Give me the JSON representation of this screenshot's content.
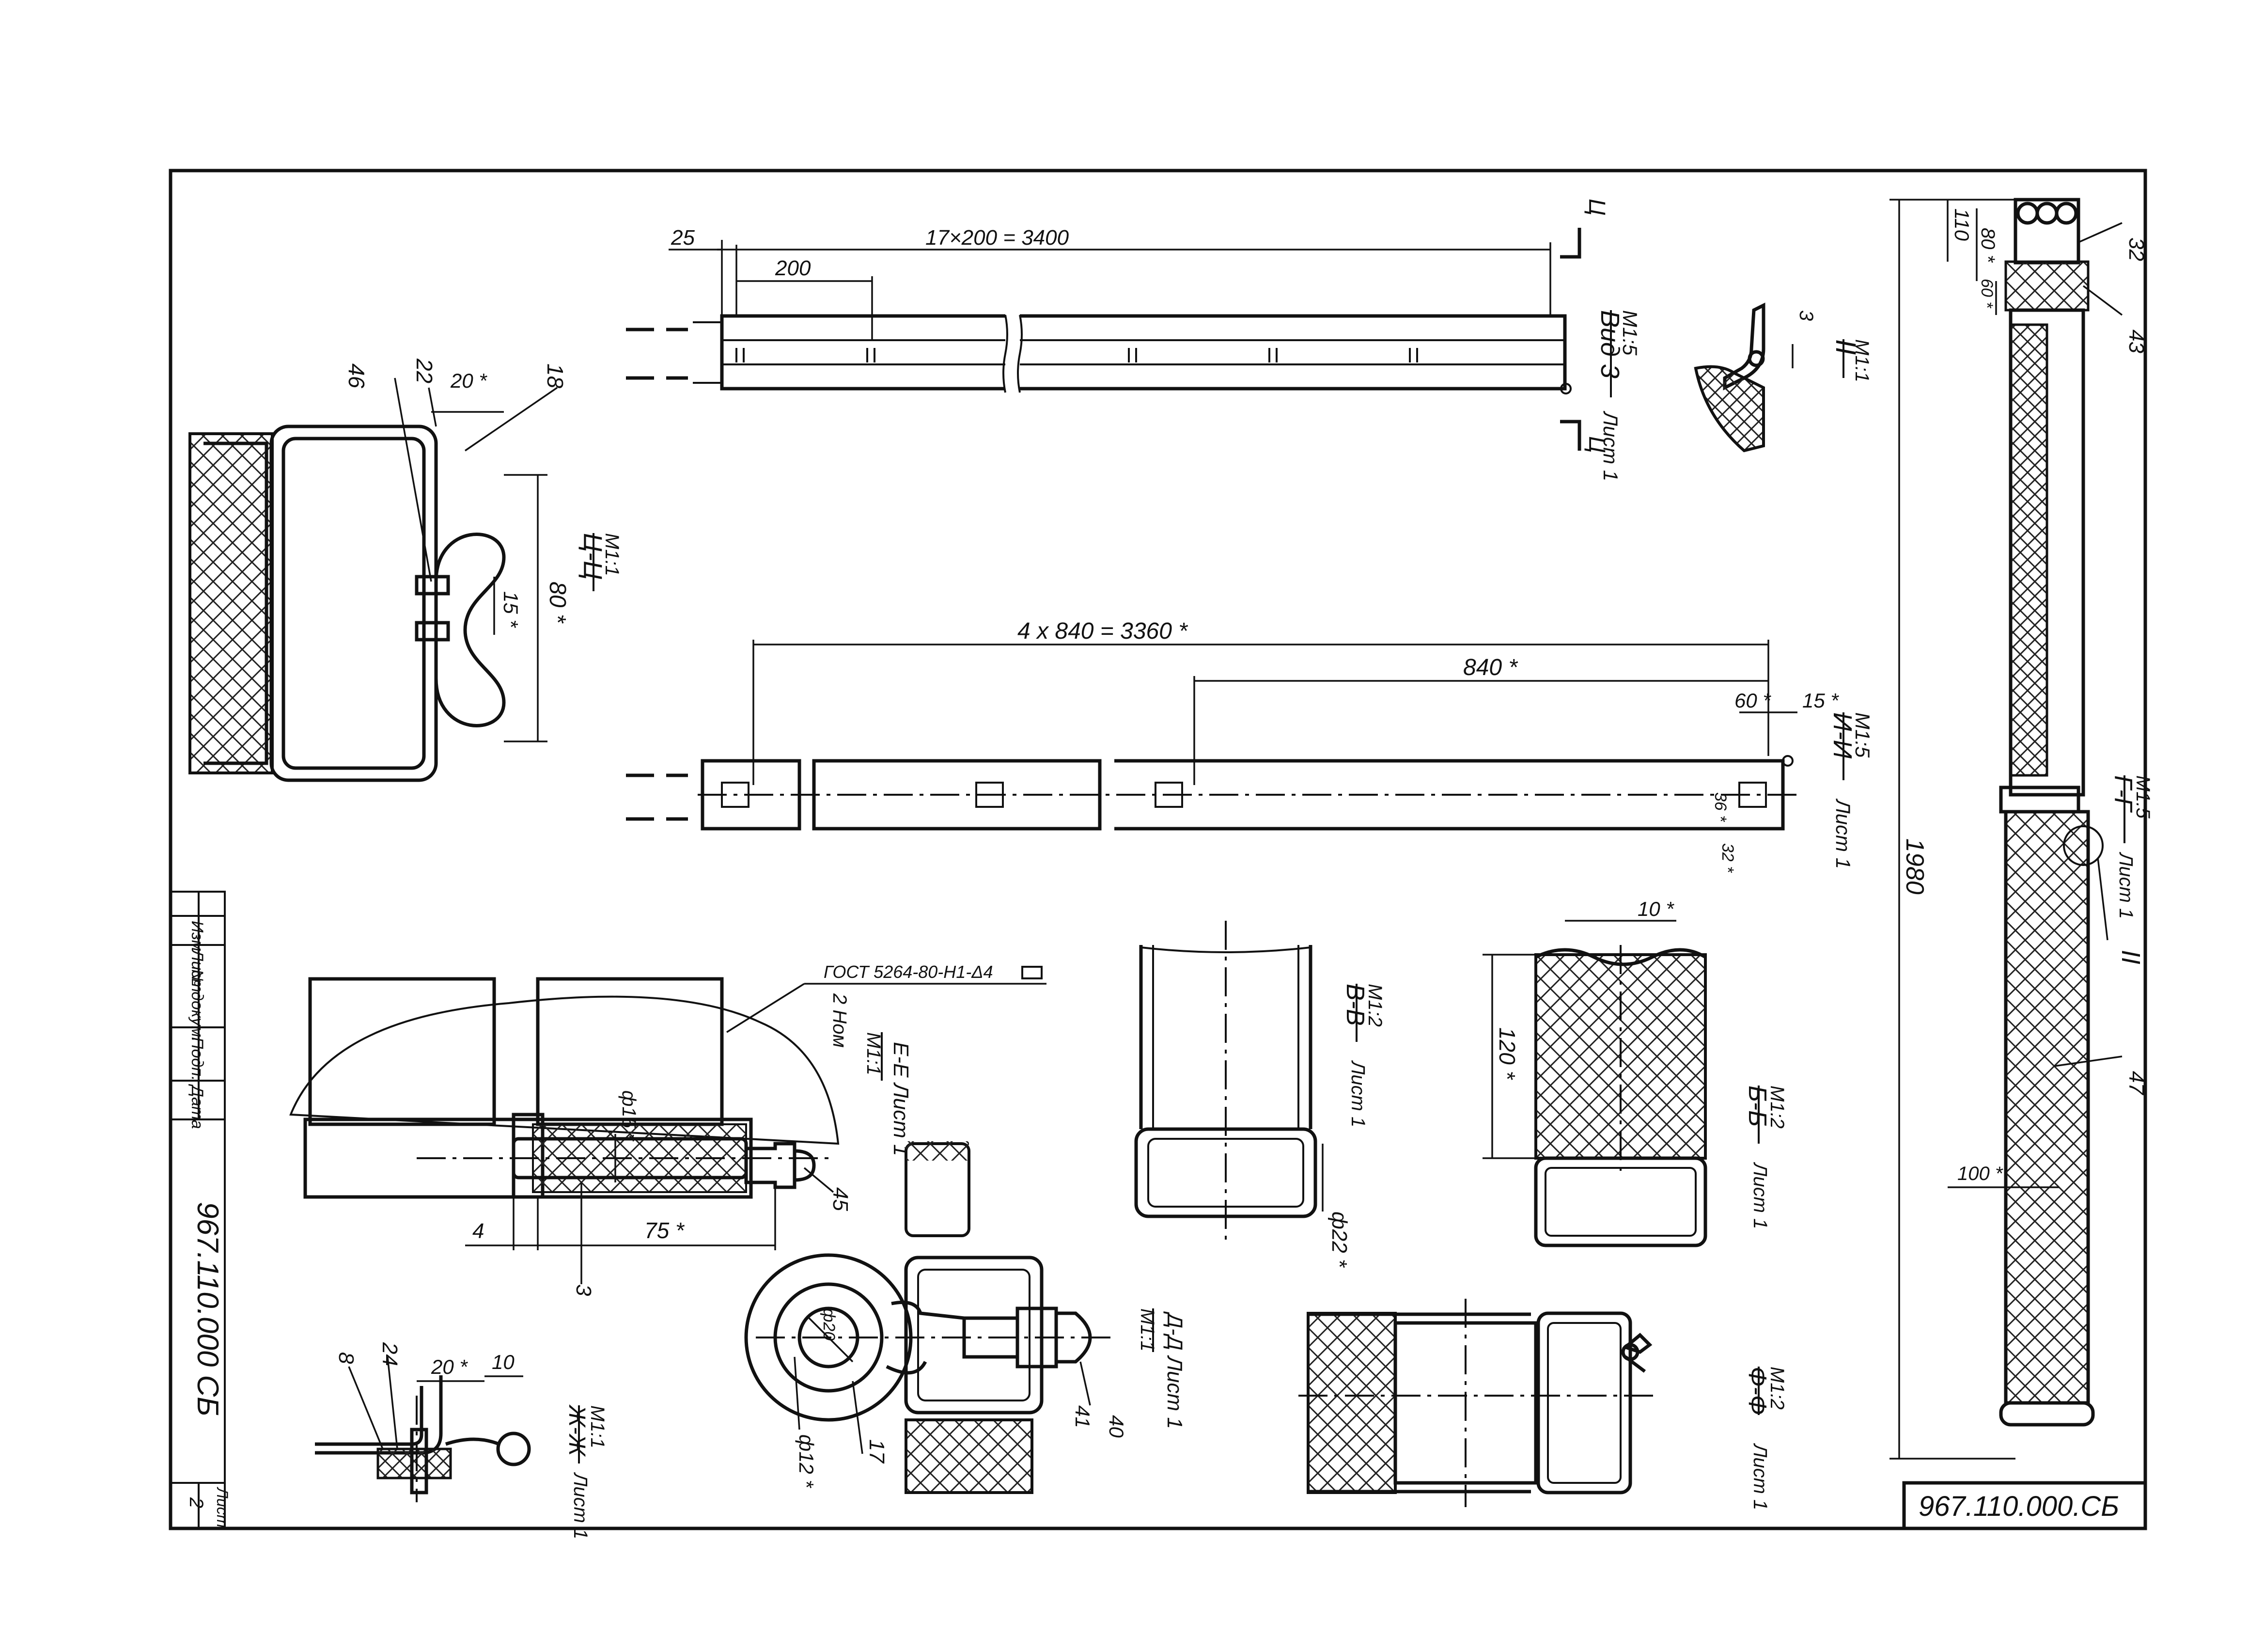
{
  "drawing_number": "967.110.000.СБ",
  "stamp": {
    "sheet_label": "Лист",
    "sheet_number": "2",
    "side_cells": [
      "Изм",
      "Лист",
      "№ докум.",
      "Подп.",
      "Дата"
    ],
    "side_number": "967.110.000 СБ"
  },
  "views": {
    "v3": {
      "title": "Вид 3",
      "scale": "М1:5",
      "sheet": "Лист 1",
      "cut_mark": "Ц"
    },
    "ii": {
      "title": "И-И",
      "scale": "М1:5",
      "sheet": "Лист 1"
    },
    "cc": {
      "title": "Ц-Ц",
      "scale": "М1:1"
    },
    "node": {
      "title": "II",
      "scale": "М1:1"
    },
    "gg": {
      "title": "Г-Г",
      "scale": "М1:5",
      "sheet": "Лист 1",
      "node_mark": "II"
    },
    "vv": {
      "title": "В-В",
      "scale": "М1:2",
      "sheet": "Лист 1"
    },
    "bb": {
      "title": "Б-Б",
      "scale": "М1:2",
      "sheet": "Лист 1"
    },
    "ee": {
      "title": "Е-Е Лист 1",
      "scale": "М1:1",
      "sheet": "2 Ном"
    },
    "dd": {
      "title": "Д-Д Лист 1",
      "scale": "М1:1"
    },
    "zhzh": {
      "title": "Ж-Ж",
      "scale": "М1:1",
      "sheet": "Лист 1"
    },
    "ff": {
      "title": "Ф-Ф",
      "scale": "М1:2",
      "sheet": "Лист 1"
    }
  },
  "dimensions": {
    "v3_edge": "25",
    "v3_total": "17×200 = 3400",
    "v3_step": "200",
    "ii_total": "4 х 840 = 3360 *",
    "ii_step": "840 *",
    "ii_end_a": "60 *",
    "ii_end_b": "15 *",
    "ii_small_a": "36 *",
    "ii_small_b": "32 *",
    "cc_width": "20 *",
    "cc_height": "80 *",
    "cc_gap": "15 *",
    "node_thk": "3",
    "gg_length": "1980",
    "gg_top": "110",
    "gg_top_b": "80 *",
    "gg_top_c": "60 *",
    "gg_width": "100 *",
    "bb_gap": "10 *",
    "bb_height": "120 *",
    "vv_dia": "ф22 *",
    "ee_dia": "ф15 *",
    "ee_len": "75 *",
    "ee_off": "4",
    "ee_standard": "ГОСТ 5264-80-Н1-Δ4",
    "dd_inner": "ф20",
    "dd_outer": "ф12 *",
    "zhzh_a": "20 *",
    "zhzh_b": "10"
  },
  "callouts": {
    "c46": "46",
    "c22": "22",
    "c18": "18",
    "c32": "32",
    "c43": "43",
    "c47": "47",
    "c45": "45",
    "c3": "3",
    "c17": "17",
    "c40": "40",
    "c41": "41",
    "c8": "8",
    "c24": "24"
  }
}
